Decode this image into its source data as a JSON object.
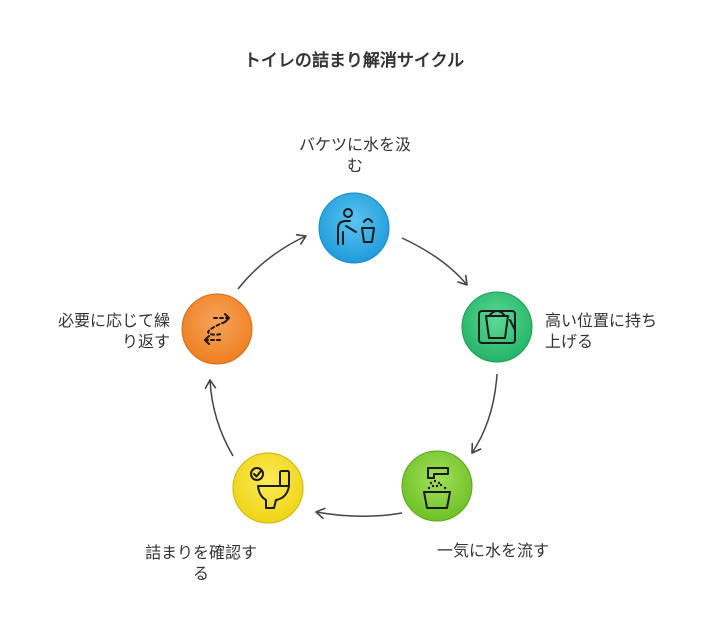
{
  "title": "トイレの詰まり解消サイクル",
  "steps": [
    {
      "label_lines": [
        "バケツに水を汲",
        "む"
      ],
      "color": "#2BA8E5",
      "icon": "person-bucket-icon"
    },
    {
      "label_lines": [
        "高い位置に持ち",
        "上げる"
      ],
      "color": "#2DBE71",
      "icon": "bucket-lift-icon"
    },
    {
      "label_lines": [
        "一気に水を流す"
      ],
      "color": "#7CCB2F",
      "icon": "faucet-pour-icon"
    },
    {
      "label_lines": [
        "詰まりを確認す",
        "る"
      ],
      "color": "#F2DB20",
      "icon": "toilet-check-icon"
    },
    {
      "label_lines": [
        "必要に応じて繰",
        "り返す"
      ],
      "color": "#F08A2E",
      "icon": "repeat-arrows-icon"
    }
  ]
}
